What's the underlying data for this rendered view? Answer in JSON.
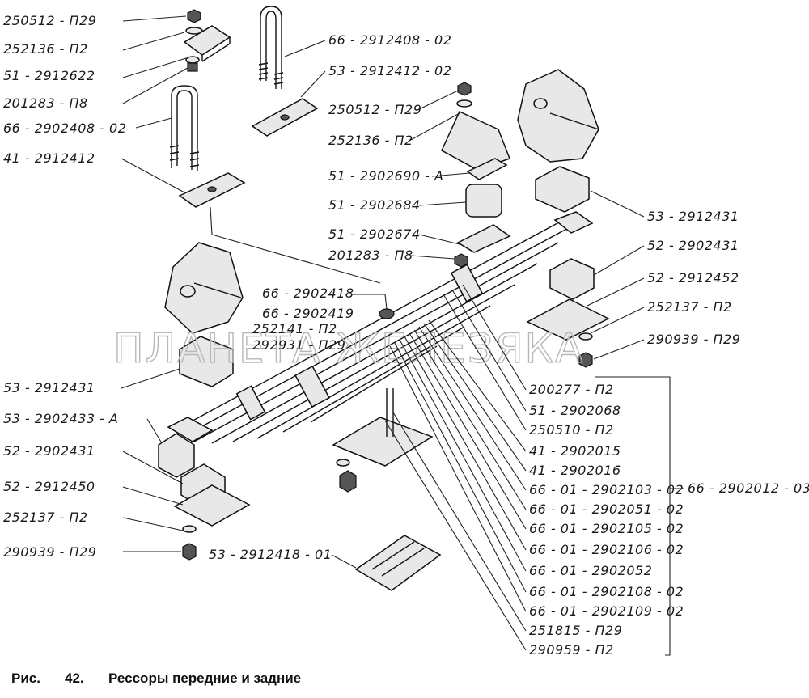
{
  "labels": {
    "p01": "250512 - П29",
    "p02": "252136 - П2",
    "p03": "51 - 2912622",
    "p04": "201283 - П8",
    "p05": "66 - 2902408 - 02",
    "p06": "41 - 2912412",
    "p07": "66 - 2912408 - 02",
    "p08": "53 - 2912412 - 02",
    "p09": "250512 - П29",
    "p10": "252136 - П2",
    "p11": "51 - 2902690 - А",
    "p12": "51 - 2902684",
    "p13": "51 - 2902674",
    "p14": "201283 - П8",
    "p15": "53 - 2912431",
    "p16": "52 - 2902431",
    "p17": "52 - 2912452",
    "p18": "252137 - П2",
    "p19": "290939 - П29",
    "p20": "66 - 2902418",
    "p21": "66 - 2902419",
    "p22": "252141 - П2",
    "p23": "292931 - П29",
    "p24": "53 - 2912431",
    "p25": "53 - 2902433 - А",
    "p26": "52 - 2902431",
    "p27": "52 - 2912450",
    "p28": "252137 - П2",
    "p29": "290939 - П29",
    "p30": "53 - 2912418 - 01",
    "p31": "200277 - П2",
    "p32": "51 - 2902068",
    "p33": "250510 - П2",
    "p34": "41 - 2902015",
    "p35": "41 - 2902016",
    "p36": "66 - 01 - 2902103 - 02",
    "p37": "66 - 01 - 2902051 - 02",
    "p38": "66 - 01 - 2902105 - 02",
    "p39": "66 - 01 - 2902106 - 02",
    "p40": "66 - 01 - 2902052",
    "p41": "66 - 01 - 2902108 - 02",
    "p42": "66 - 01 - 2902109 - 02",
    "p43": "251815 - П29",
    "p44": "290959 - П2",
    "p45": "66 - 2902012 - 03"
  },
  "watermark": "ПЛАНЕТА ЖЕЛЕЗЯКА",
  "caption": {
    "prefix": "Рис.",
    "number": "42.",
    "title": "Рессоры передние и задние"
  }
}
